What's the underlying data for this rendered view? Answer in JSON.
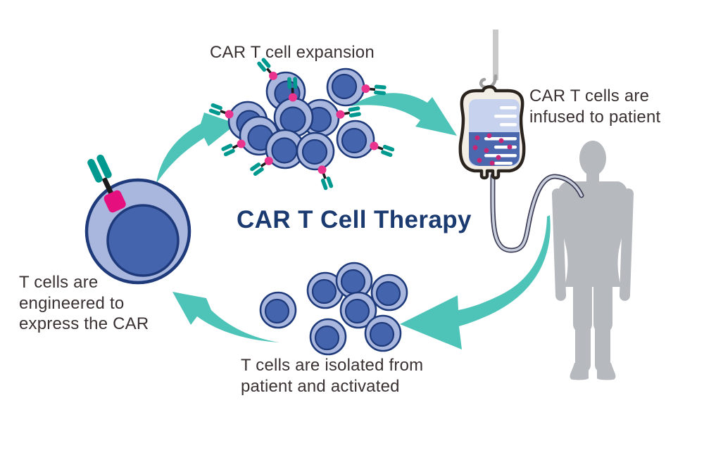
{
  "diagram": {
    "title": "CAR T Cell Therapy",
    "steps": [
      {
        "id": "isolation",
        "label": "T cells are isolated from\npatient and activated"
      },
      {
        "id": "engineering",
        "label": "T cells are\nengineered to\nexpress the CAR"
      },
      {
        "id": "expansion",
        "label": "CAR T cell expansion"
      },
      {
        "id": "infusion",
        "label": "CAR T cells are\ninfused to patient"
      }
    ],
    "colors": {
      "arrow_teal": "#4ec3b8",
      "cell_outer": "#a9b7de",
      "cell_border": "#1e3a7a",
      "cell_nucleus": "#4564ae",
      "receptor_teal": "#00998f",
      "receptor_pink": "#e9338d",
      "car_magenta": "#e60f7e",
      "receptor_stalk": "#1b1b1b",
      "label_text": "#3a3132",
      "title_text": "#1b3a70",
      "bag_body": "#f2eee5",
      "bag_outline": "#2b241e",
      "bag_fluid_top": "#c7d3ee",
      "bag_fluid_bottom": "#4b68af",
      "bag_dots": "#c72677",
      "stripes": "#ffffff",
      "silhouette_gray": "#b6b9bd",
      "pole_gray": "#c9c9c9",
      "tube_outline": "#3c3c55",
      "tube_fill": "#c9cedd",
      "background": "#ffffff"
    }
  }
}
